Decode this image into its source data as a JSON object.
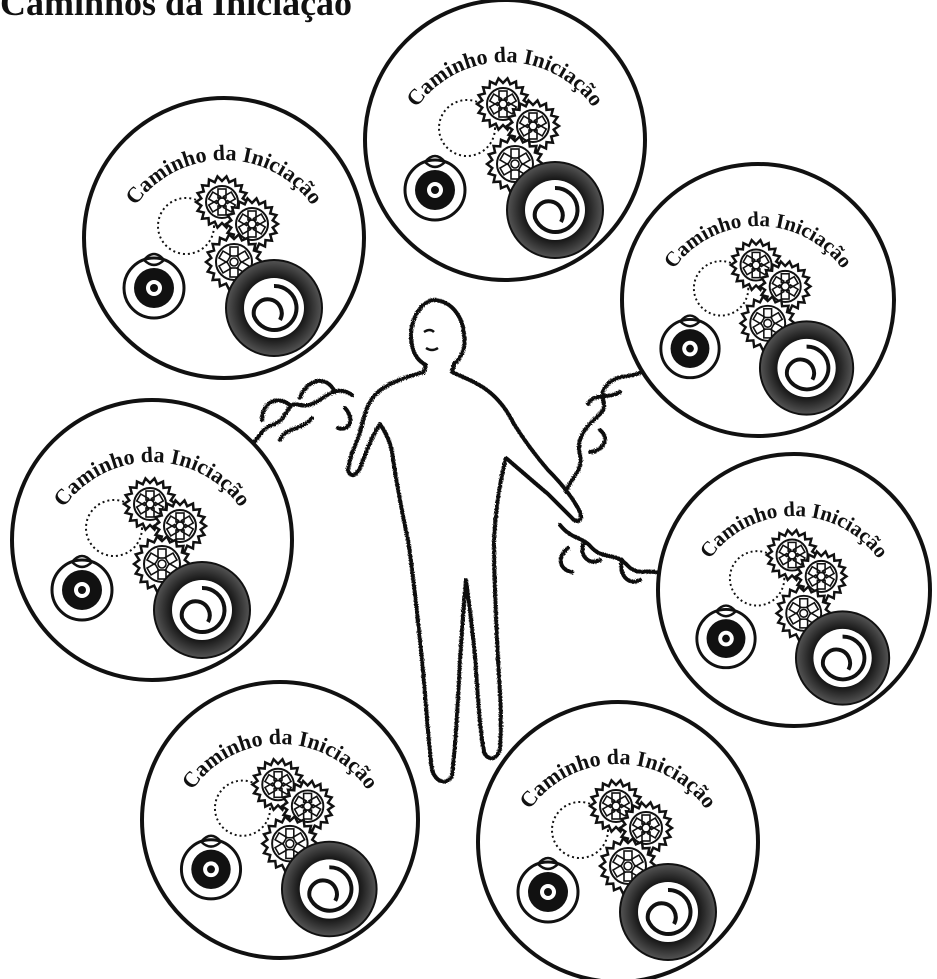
{
  "page": {
    "title": "Caminhos da Iniciação"
  },
  "circle_label": "Caminho da Iniciação",
  "circles": [
    {
      "label": "Caminho da Iniciação"
    },
    {
      "label": "Caminho da Iniciação"
    },
    {
      "label": "Caminho da Iniciação"
    },
    {
      "label": "Caminho da Iniciação"
    },
    {
      "label": "Caminho da Iniciação"
    },
    {
      "label": "Caminho da Iniciação"
    },
    {
      "label": "Caminho da Iniciação"
    }
  ],
  "colors": {
    "ink": "#111111",
    "background": "#ffffff"
  }
}
